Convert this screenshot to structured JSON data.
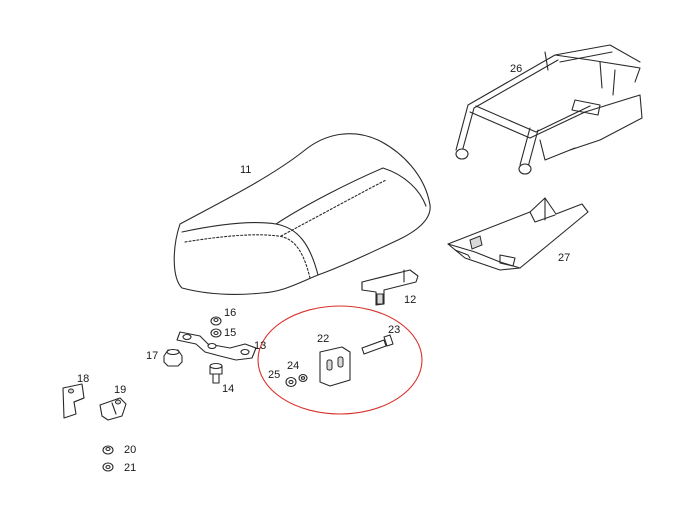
{
  "callouts": {
    "n11": "11",
    "n12": "12",
    "n13": "13",
    "n14": "14",
    "n15": "15",
    "n16": "16",
    "n17": "17",
    "n18": "18",
    "n19": "19",
    "n20": "20",
    "n21": "21",
    "n22": "22",
    "n23": "23",
    "n24": "24",
    "n25": "25",
    "n26": "26",
    "n27": "27"
  },
  "highlight": {
    "color": "#d9322c",
    "parts": [
      "22",
      "23",
      "24",
      "25"
    ]
  }
}
